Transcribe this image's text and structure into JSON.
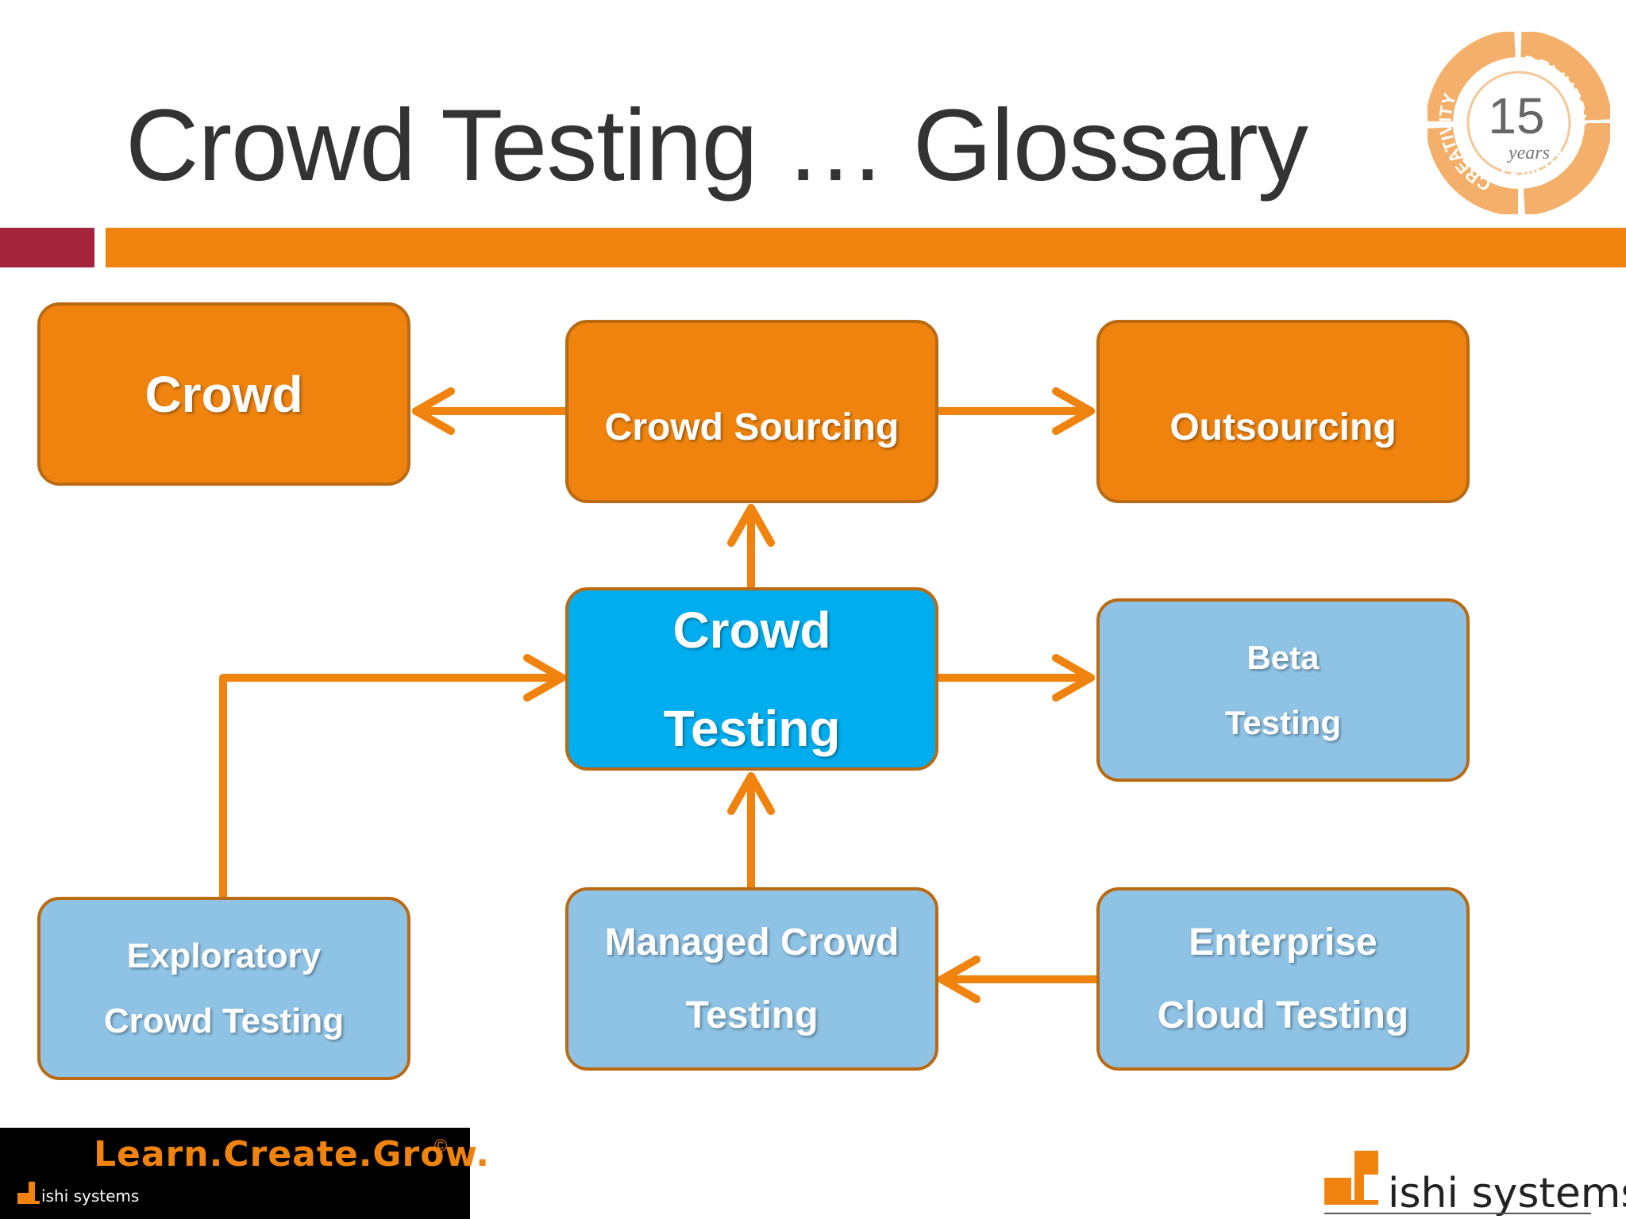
{
  "slide": {
    "title": "Crowd Testing … Glossary"
  },
  "badge": {
    "number": "15",
    "sub": "years",
    "words": [
      "DELIVERY",
      "QUALITY",
      "CREATIVITY"
    ]
  },
  "nodes": {
    "crowd": {
      "lines": [
        "Crowd"
      ]
    },
    "crowd_sourcing": {
      "lines": [
        "Crowd Sourcing"
      ]
    },
    "outsourcing": {
      "lines": [
        "Outsourcing"
      ]
    },
    "crowd_testing": {
      "lines": [
        "Crowd",
        "Testing"
      ]
    },
    "beta_testing": {
      "lines": [
        "Beta",
        "Testing"
      ]
    },
    "exploratory": {
      "lines": [
        "Exploratory",
        "Crowd Testing"
      ]
    },
    "managed": {
      "lines": [
        "Managed Crowd",
        "Testing"
      ]
    },
    "enterprise": {
      "lines": [
        "Enterprise",
        "Cloud Testing"
      ]
    }
  },
  "edges": [
    {
      "from": "crowd_sourcing",
      "to": "crowd"
    },
    {
      "from": "crowd_sourcing",
      "to": "outsourcing"
    },
    {
      "from": "crowd_testing",
      "to": "crowd_sourcing"
    },
    {
      "from": "crowd_testing",
      "to": "beta_testing"
    },
    {
      "from": "exploratory",
      "to": "crowd_testing"
    },
    {
      "from": "managed",
      "to": "crowd_testing"
    },
    {
      "from": "enterprise",
      "to": "managed"
    }
  ],
  "footer": {
    "tagline": "Learn.Create.Grow.",
    "tagline_mark": "©",
    "brand_small": "ishi systems",
    "brand": "ishi systems"
  },
  "colors": {
    "orange": "#ef830e",
    "blue": "#8ec3e6",
    "cyan": "#00aeef",
    "accent_red": "#a4243b"
  }
}
